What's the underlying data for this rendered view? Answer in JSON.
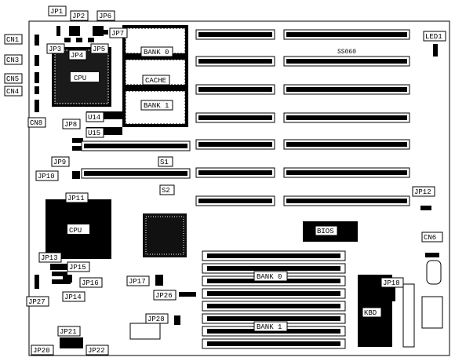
{
  "board": {
    "chip_id": "SS060",
    "slots_label": "S1",
    "slots2_label": "S2"
  },
  "labels": {
    "jp1": "JP1",
    "jp2": "JP2",
    "jp3": "JP3",
    "jp4": "JP4",
    "jp5": "JP5",
    "jp6": "JP6",
    "jp7": "JP7",
    "jp8": "JP8",
    "jp9": "JP9",
    "jp10": "JP10",
    "jp11": "JP11",
    "jp12": "JP12",
    "jp13": "JP13",
    "jp14": "JP14",
    "jp15": "JP15",
    "jp16": "JP16",
    "jp17": "JP17",
    "jp18": "JP18",
    "jp20": "JP20",
    "jp21": "JP21",
    "jp22": "JP22",
    "jp26": "JP26",
    "jp27": "JP27",
    "jp28": "JP28",
    "cn1": "CN1",
    "cn3": "CN3",
    "cn4": "CN4",
    "cn5": "CN5",
    "cn6": "CN6",
    "cn8": "CN8",
    "led1": "LED1",
    "cpu_top": "CPU",
    "cpu_bottom": "CPU",
    "bank0_top": "BANK 0",
    "bank1_top": "BANK 1",
    "cache": "CACHE",
    "u14": "U14",
    "u15": "U15",
    "bios": "BIOS",
    "kbd": "KBD",
    "bank0_bottom": "BANK 0",
    "bank1_bottom": "BANK 1"
  }
}
